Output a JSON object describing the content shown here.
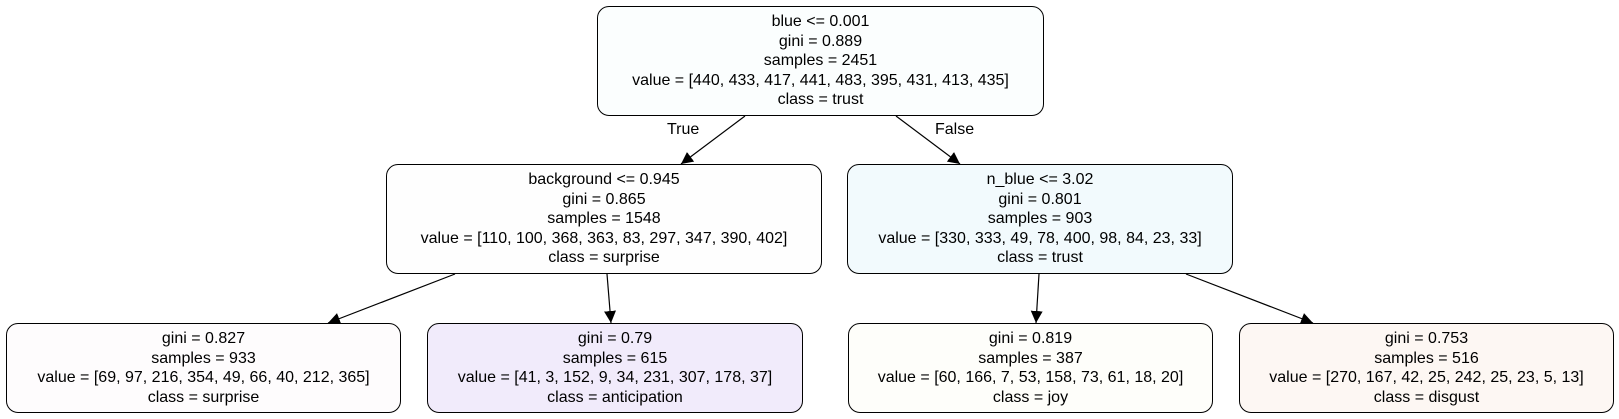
{
  "tree": {
    "root": {
      "condition": "blue <= 0.001",
      "gini": "gini = 0.889",
      "samples": "samples = 2451",
      "value": "value = [440, 433, 417, 441, 483, 395, 431, 413, 435]",
      "class": "class = trust",
      "fill": "#fbfefe"
    },
    "edge_labels": {
      "true": "True",
      "false": "False"
    },
    "left": {
      "condition": "background <= 0.945",
      "gini": "gini = 0.865",
      "samples": "samples = 1548",
      "value": "value = [110, 100, 368, 363, 83, 297, 347, 390, 402]",
      "class": "class = surprise",
      "fill": "#fefefe"
    },
    "right": {
      "condition": "n_blue <= 3.02",
      "gini": "gini = 0.801",
      "samples": "samples = 903",
      "value": "value = [330, 333, 49, 78, 400, 98, 84, 23, 33]",
      "class": "class = trust",
      "fill": "#f2fafd"
    },
    "leaves": [
      {
        "gini": "gini = 0.827",
        "samples": "samples = 933",
        "value": "value = [69, 97, 216, 354, 49, 66, 40, 212, 365]",
        "class": "class = surprise",
        "fill": "#fefcfd"
      },
      {
        "gini": "gini = 0.79",
        "samples": "samples = 615",
        "value": "value = [41, 3, 152, 9, 34, 231, 307, 178, 37]",
        "class": "class = anticipation",
        "fill": "#f1ebfb"
      },
      {
        "gini": "gini = 0.819",
        "samples": "samples = 387",
        "value": "value = [60, 166, 7, 53, 158, 73, 61, 18, 20]",
        "class": "class = joy",
        "fill": "#fefefa"
      },
      {
        "gini": "gini = 0.753",
        "samples": "samples = 516",
        "value": "value = [270, 167, 42, 25, 242, 25, 23, 5, 13]",
        "class": "class = disgust",
        "fill": "#fdf7f3"
      }
    ]
  }
}
